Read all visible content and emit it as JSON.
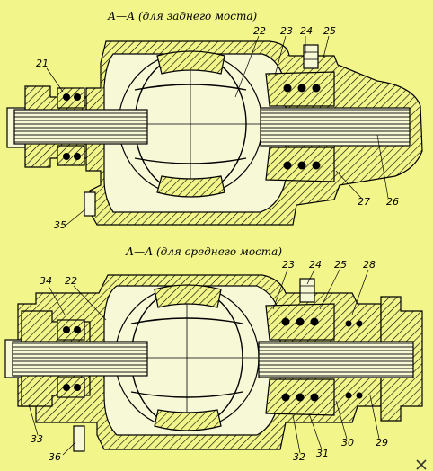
{
  "top_section": {
    "title": "А—А (для заднего моста)",
    "labels": [
      "21",
      "22",
      "23",
      "24",
      "25",
      "26",
      "27",
      "35"
    ]
  },
  "bottom_section": {
    "title": "А—А (для среднего моста)",
    "labels": [
      "34",
      "22",
      "23",
      "24",
      "25",
      "28",
      "33",
      "36",
      "32",
      "31",
      "30",
      "29"
    ]
  },
  "corner_icon": "close-x-icon",
  "colors": {
    "background": "#f2f58a",
    "ink": "#000000"
  }
}
